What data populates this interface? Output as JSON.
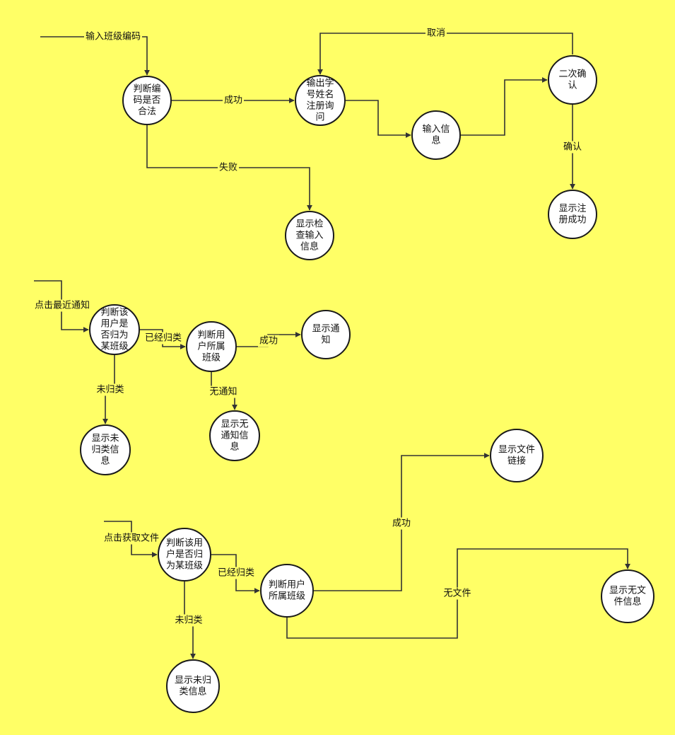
{
  "diagram": {
    "background": "#FFFF66",
    "nodes": [
      {
        "id": "n1",
        "name": "node-check-code",
        "label": "判断编码是否合法",
        "lines": [
          "判断编",
          "码是否",
          "合法"
        ]
      },
      {
        "id": "n2",
        "name": "node-output-register-info",
        "label": "输出学号姓名注册询问",
        "lines": [
          "输出学",
          "号姓名",
          "注册询",
          "问"
        ]
      },
      {
        "id": "n3",
        "name": "node-input-info",
        "label": "输入信息",
        "lines": [
          "输入信",
          "息"
        ]
      },
      {
        "id": "n4",
        "name": "node-double-confirm",
        "label": "二次确认",
        "lines": [
          "二次确",
          "认"
        ]
      },
      {
        "id": "n5",
        "name": "node-show-register-success",
        "label": "显示注册成功",
        "lines": [
          "显示注",
          "册成功"
        ]
      },
      {
        "id": "n6",
        "name": "node-show-check-input",
        "label": "显示检查输入信息",
        "lines": [
          "显示检",
          "查输入",
          "信息"
        ]
      },
      {
        "id": "n7",
        "name": "node-check-user-class-1",
        "label": "判断该用户是否归为某班级",
        "lines": [
          "判断该",
          "用户是",
          "否归为",
          "某班级"
        ]
      },
      {
        "id": "n8",
        "name": "node-check-user-belong-1",
        "label": "判断用户所属班级",
        "lines": [
          "判断用",
          "户所属",
          "班级"
        ]
      },
      {
        "id": "n9",
        "name": "node-show-notice",
        "label": "显示通知",
        "lines": [
          "显示通",
          "知"
        ]
      },
      {
        "id": "n10",
        "name": "node-show-no-notice",
        "label": "显示无通知信息",
        "lines": [
          "显示无",
          "通知信",
          "息"
        ]
      },
      {
        "id": "n11",
        "name": "node-show-unclassified-1",
        "label": "显示未归类信息",
        "lines": [
          "显示未",
          "归类信",
          "息"
        ]
      },
      {
        "id": "n12",
        "name": "node-check-user-class-2",
        "label": "判断该用户是否归为某班级",
        "lines": [
          "判断该用",
          "户是否归",
          "为某班级"
        ]
      },
      {
        "id": "n13",
        "name": "node-check-user-belong-2",
        "label": "判断用户所属班级",
        "lines": [
          "判断用户",
          "所属班级"
        ]
      },
      {
        "id": "n14",
        "name": "node-show-file-link",
        "label": "显示文件链接",
        "lines": [
          "显示文件",
          "链接"
        ]
      },
      {
        "id": "n15",
        "name": "node-show-no-file",
        "label": "显示无文件信息",
        "lines": [
          "显示无文",
          "件信息"
        ]
      },
      {
        "id": "n16",
        "name": "node-show-unclassified-2",
        "label": "显示未归类信息",
        "lines": [
          "显示未归",
          "类信息"
        ]
      }
    ],
    "edges": [
      {
        "id": "e1",
        "name": "edge-input-class-code",
        "label": "输入班级编码"
      },
      {
        "id": "e2",
        "name": "edge-success-1",
        "label": "成功"
      },
      {
        "id": "e3",
        "name": "edge-fail",
        "label": "失败"
      },
      {
        "id": "e4",
        "name": "edge-to-input-info",
        "label": ""
      },
      {
        "id": "e5",
        "name": "edge-to-confirm",
        "label": ""
      },
      {
        "id": "e6",
        "name": "edge-cancel",
        "label": "取消"
      },
      {
        "id": "e7",
        "name": "edge-confirm",
        "label": "确认"
      },
      {
        "id": "e8",
        "name": "edge-click-notice",
        "label": "点击最近通知"
      },
      {
        "id": "e9",
        "name": "edge-classified-1",
        "label": "已经归类"
      },
      {
        "id": "e10",
        "name": "edge-unclassified-1",
        "label": "未归类"
      },
      {
        "id": "e11",
        "name": "edge-success-2",
        "label": "成功"
      },
      {
        "id": "e12",
        "name": "edge-no-notice",
        "label": "无通知"
      },
      {
        "id": "e13",
        "name": "edge-click-file",
        "label": "点击获取文件"
      },
      {
        "id": "e14",
        "name": "edge-classified-2",
        "label": "已经归类"
      },
      {
        "id": "e15",
        "name": "edge-unclassified-2",
        "label": "未归类"
      },
      {
        "id": "e16",
        "name": "edge-success-3",
        "label": "成功"
      },
      {
        "id": "e17",
        "name": "edge-no-file",
        "label": "无文件"
      }
    ]
  }
}
